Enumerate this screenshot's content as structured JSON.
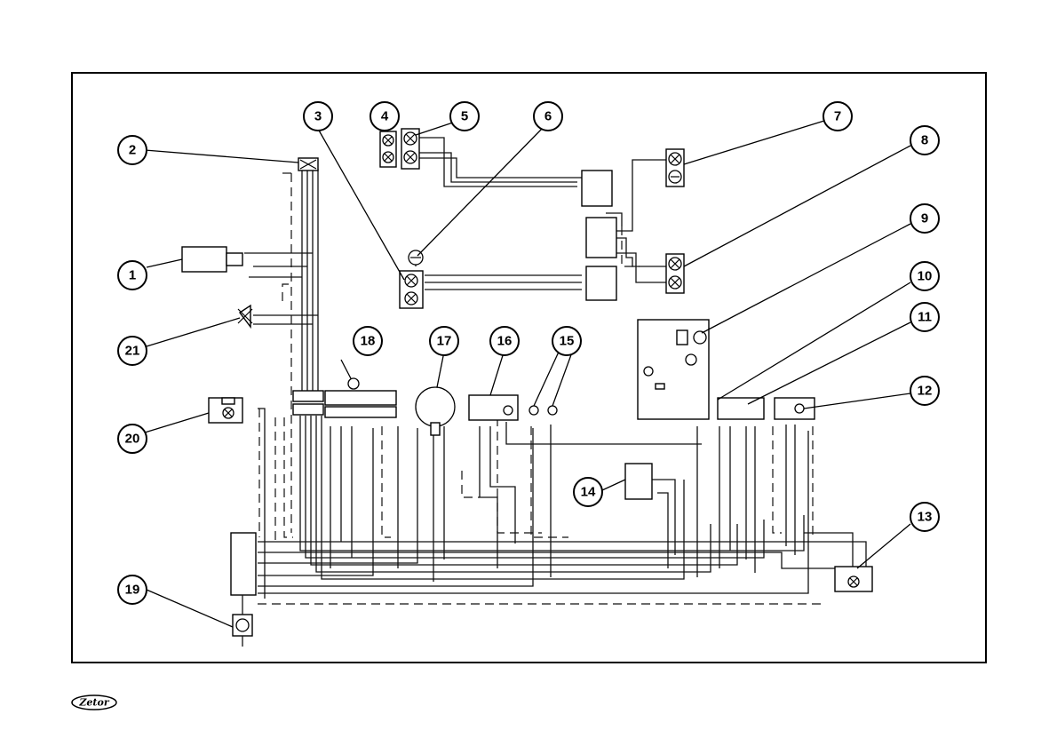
{
  "diagram": {
    "callouts": [
      "1",
      "2",
      "3",
      "4",
      "5",
      "6",
      "7",
      "8",
      "9",
      "10",
      "11",
      "12",
      "13",
      "14",
      "15",
      "16",
      "17",
      "18",
      "19",
      "20",
      "21"
    ],
    "brand_logo": "Zetor"
  }
}
